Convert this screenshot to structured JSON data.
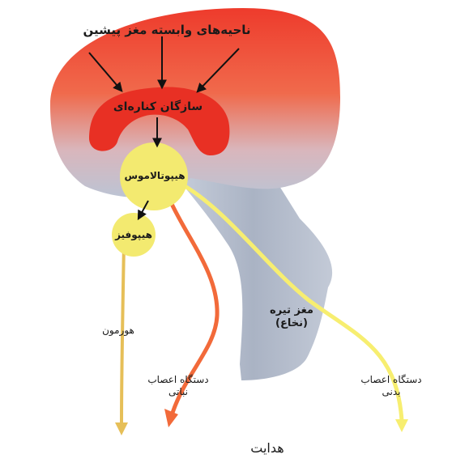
{
  "labels": {
    "prefrontal_areas": "ناحیه‌های وابسته مغز پیشین",
    "limbic_system": "سازگان کناره‌ای",
    "hypothalamus": "هیپوتالاموس",
    "pituitary": "هیپوفیز",
    "spinal_cord_line1": "مغز تیره",
    "spinal_cord_line2": "(نخاع)",
    "hormone": "هورمون",
    "autonomic_line1": "دستگاه اعصاب",
    "autonomic_line2": "نباتی",
    "somatic_line1": "دستگاه اعصاب",
    "somatic_line2": "بدنی",
    "bottom_caption": "هدایت"
  },
  "colors": {
    "cortex_red": "#ee3b2c",
    "cortex_grey": "#bcc4d4",
    "limbic_red": "#e83024",
    "gland_yellow": "#f3ea70",
    "hormone_path": "#e6bf58",
    "autonomic_path": "#f26a3a",
    "somatic_path": "#f7ee70",
    "brainstem": "#b9c1cf"
  }
}
